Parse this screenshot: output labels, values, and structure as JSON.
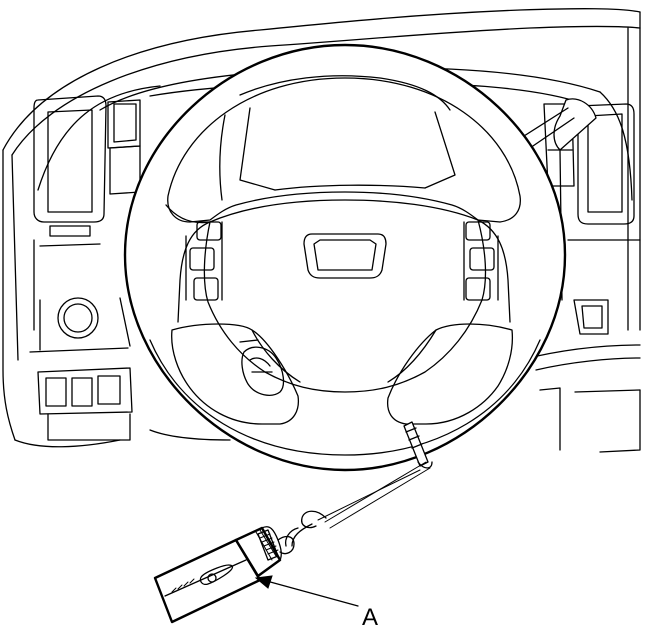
{
  "figure": {
    "callouts": [
      {
        "id": "A",
        "label": "A",
        "target": "tension-gauge"
      }
    ]
  }
}
